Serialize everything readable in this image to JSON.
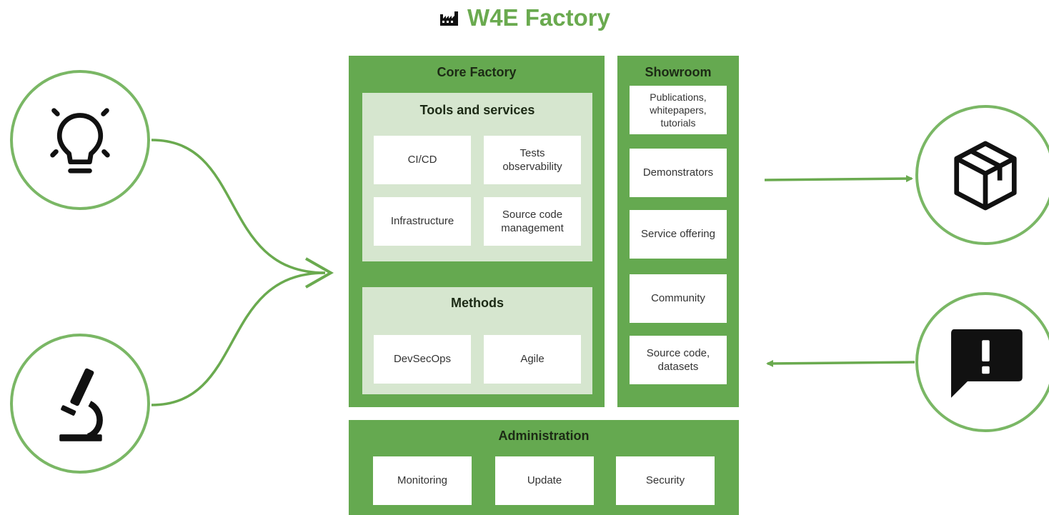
{
  "header": {
    "title": "W4E Factory",
    "icon": "factory-icon"
  },
  "core": {
    "title": "Core Factory",
    "tools": {
      "title": "Tools and services",
      "items": [
        "CI/CD",
        "Tests\nobservability",
        "Infrastructure",
        "Source code\nmanagement"
      ]
    },
    "methods": {
      "title": "Methods",
      "items": [
        "DevSecOps",
        "Agile"
      ]
    }
  },
  "showroom": {
    "title": "Showroom",
    "items": [
      "Publications,\nwhitepapers,\ntutorials",
      "Demonstrators",
      "Service offering",
      "Community",
      "Source code,\ndatasets"
    ]
  },
  "administration": {
    "title": "Administration",
    "items": [
      "Monitoring",
      "Update",
      "Security"
    ]
  },
  "icons": {
    "inputs": [
      "lightbulb-icon",
      "microscope-icon"
    ],
    "outputs": [
      "package-icon",
      "feedback-icon"
    ]
  },
  "colors": {
    "panel": "#65a950",
    "subpanel": "#d6e6cf",
    "accent": "#6aaa4f",
    "connector": "#6aaa4f"
  }
}
